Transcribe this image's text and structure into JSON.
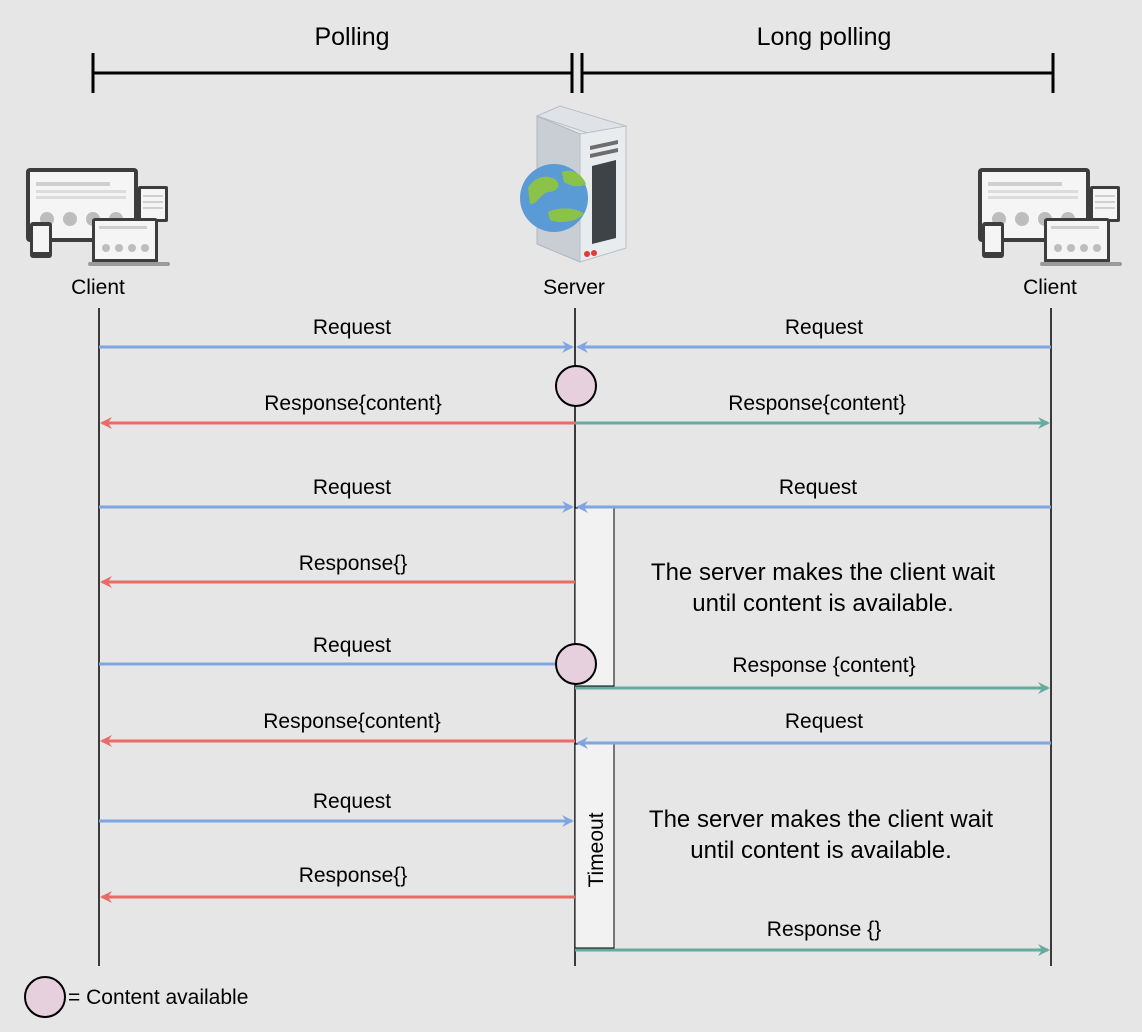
{
  "header": {
    "polling_label": "Polling",
    "long_polling_label": "Long polling"
  },
  "actors": {
    "client_left": "Client",
    "server": "Server",
    "client_right": "Client"
  },
  "polling_messages": [
    "Request",
    "Response{content}",
    "Request",
    "Response{}",
    "Request",
    "Response{content}",
    "Request",
    "Response{}"
  ],
  "long_polling_messages": [
    "Request",
    "Response{content}",
    "Request",
    "Response {content}",
    "Request",
    "Response {}"
  ],
  "notes": {
    "wait_1_line1": "The server makes the client wait",
    "wait_1_line2": "until content is available.",
    "wait_2_line1": "The server makes the client wait",
    "wait_2_line2": "until content is available.",
    "timeout": "Timeout"
  },
  "legend": {
    "content_available": "= Content available"
  },
  "colors": {
    "background": "#e6e6e6",
    "request_arrow": "#7ea6e0",
    "polling_response_arrow": "#ea6b66",
    "long_polling_response_arrow": "#67ab9f",
    "content_marker_fill": "#e6d0de",
    "activation_box_fill": "#f2f2f2"
  },
  "icons": {
    "client_left": "client-devices-icon",
    "server": "web-server-icon",
    "client_right": "client-devices-icon"
  }
}
